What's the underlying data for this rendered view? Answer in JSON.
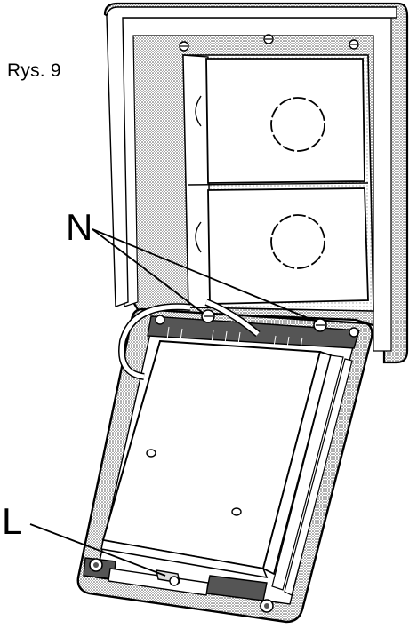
{
  "figure": {
    "caption": "Rys. 9",
    "callouts": {
      "n_label": "N",
      "l_label": "L"
    },
    "colors": {
      "ink": "#000000",
      "paper": "#ffffff",
      "shade": "#bdbdbd",
      "dark_shade": "#555555"
    }
  }
}
